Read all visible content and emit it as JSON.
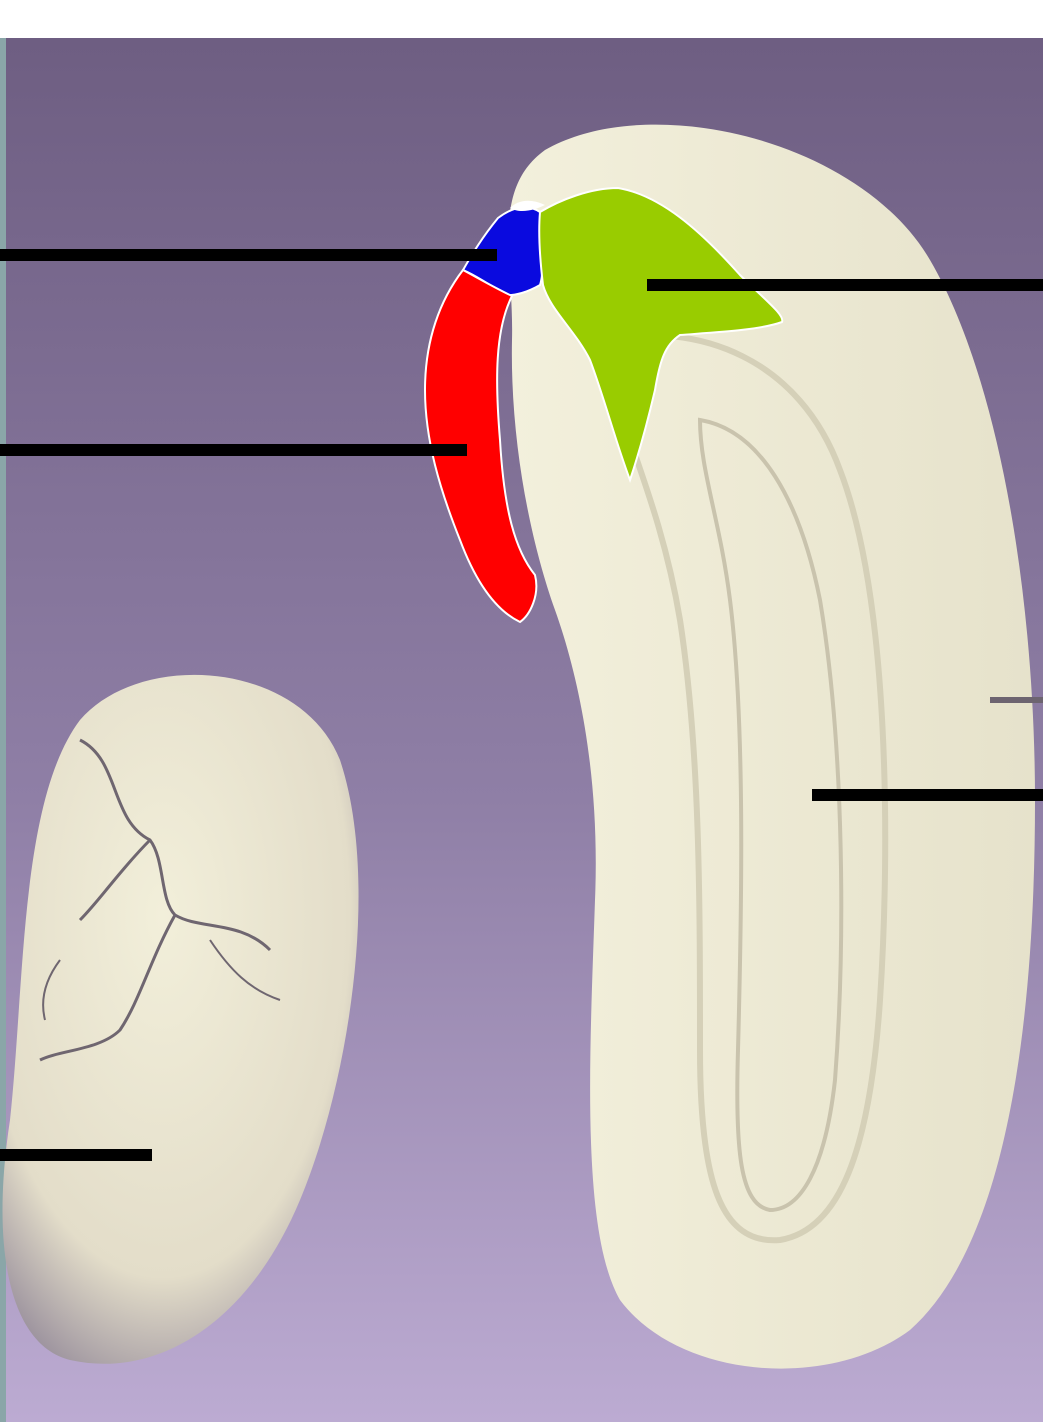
{
  "colors": {
    "background_top": "#6e5e82",
    "background_bottom": "#bcabd2",
    "seed_coat": "#ece8d2",
    "seed_shadow": "#b8b1a6",
    "region_blue": "#0a0adf",
    "region_red": "#ff0000",
    "region_green": "#99cc00",
    "leader_line": "#000000",
    "outline": "#ffffff"
  },
  "icons": {
    "open_seed": "bean-seed-halves",
    "whole_seed": "bean-seed-whole"
  },
  "labels": [
    {
      "id": "blue-region",
      "text": ""
    },
    {
      "id": "red-region",
      "text": ""
    },
    {
      "id": "green-region",
      "text": ""
    },
    {
      "id": "inner-cotyledon",
      "text": ""
    },
    {
      "id": "whole-seed",
      "text": ""
    }
  ]
}
